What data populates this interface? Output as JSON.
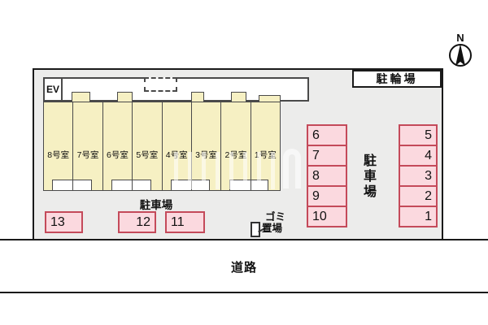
{
  "compass": {
    "label": "N"
  },
  "site_plan": {
    "bike_parking_label": "駐輪場",
    "building": {
      "elevator_label": "EV",
      "rooms": [
        "8号室",
        "7号室",
        "6号室",
        "5号室",
        "4号室",
        "3号室",
        "2号室",
        "1号室"
      ]
    },
    "parking": {
      "area_label_vertical": "駐車場",
      "area_label_bottom": "駐車場",
      "column_left_spaces": [
        "6",
        "7",
        "8",
        "9",
        "10"
      ],
      "column_right_spaces": [
        "5",
        "4",
        "3",
        "2",
        "1"
      ],
      "bottom_row_spaces": [
        "13",
        "12",
        "11"
      ]
    },
    "garbage_area": {
      "label_line1": "ゴミ",
      "label_line2": "置場"
    },
    "road_label": "道路"
  },
  "colors": {
    "site_background": "#ececeb",
    "room_fill": "#f6f0c3",
    "room_border": "#4a4a4a",
    "parking_space_fill": "#fbd9df",
    "parking_space_border": "#c44a5a",
    "outline": "#1a1a1a"
  }
}
